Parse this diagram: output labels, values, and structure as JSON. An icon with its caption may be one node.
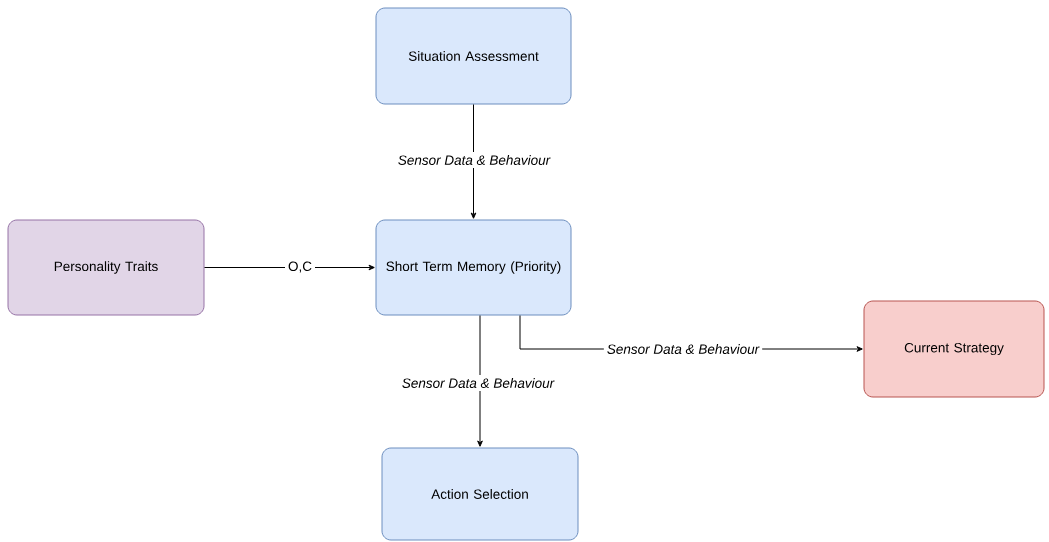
{
  "diagram": {
    "nodes": [
      {
        "text": [
          "Situation Assessment"
        ]
      },
      {
        "text": [
          "Personality Traits"
        ]
      },
      {
        "text": [
          "Short Term Memory (Priority)"
        ]
      },
      {
        "text": [
          "Current Strategy"
        ]
      },
      {
        "text": [
          "Action Selection"
        ]
      }
    ],
    "edges": [
      {
        "from": 0,
        "to": 2,
        "arrow": "to",
        "label": "Sensor Data & Behaviour"
      },
      {
        "from": 1,
        "to": 2,
        "arrow": "to",
        "label": "O,C"
      },
      {
        "from": 2,
        "to": 3,
        "arrow": "to",
        "label": "Sensor Data & Behaviour"
      },
      {
        "from": 2,
        "to": 4,
        "arrow": "to",
        "label": "Sensor Data & Behaviour"
      }
    ]
  }
}
